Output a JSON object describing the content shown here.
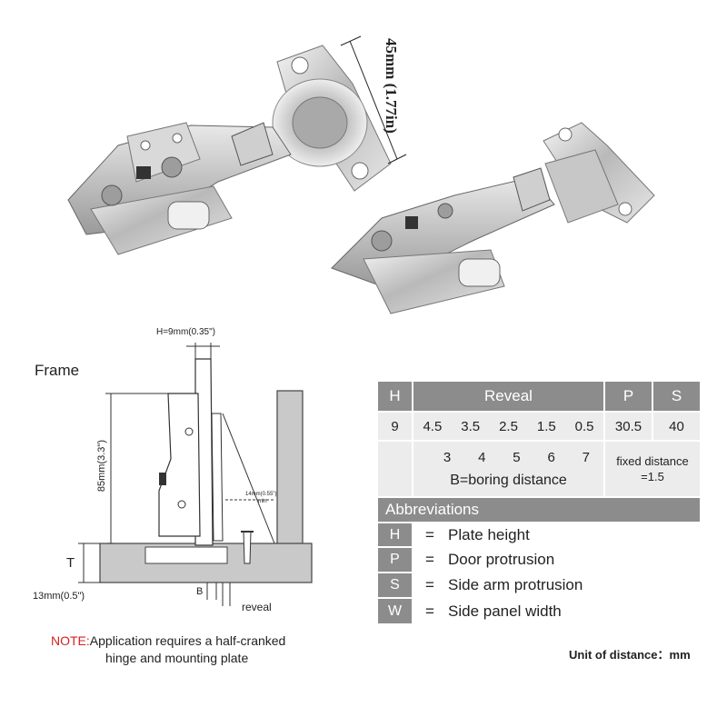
{
  "photo": {
    "dimension_label": "45mm (1.77in)"
  },
  "drawing": {
    "frame_label": "Frame",
    "h_label": "H=9mm(0.35\")",
    "height_label": "85mm(3.3\")",
    "t_label": "T",
    "door_label": "13mm(0.5\")",
    "b_label": "B",
    "reveal_label": "reveal",
    "min_label_1": "14mm(0.55\")",
    "min_label_2": "min"
  },
  "note": {
    "prefix": "NOTE:",
    "line1": "Application requires a half-cranked",
    "line2": "hinge and mounting plate"
  },
  "table": {
    "header": {
      "h": "H",
      "reveal": "Reveal",
      "p": "P",
      "s": "S"
    },
    "row1": {
      "h": "9",
      "reveal": [
        "4.5",
        "3.5",
        "2.5",
        "1.5",
        "0.5"
      ],
      "p": "30.5",
      "s": "40"
    },
    "row2": {
      "b": [
        "3",
        "4",
        "5",
        "6",
        "7"
      ],
      "b_caption": "B=boring distance",
      "fixed_1": "fixed distance",
      "fixed_2": "=1.5"
    },
    "abbreviations_title": "Abbreviations",
    "abbreviations": [
      {
        "letter": "H",
        "eq": "=",
        "meaning": "Plate height"
      },
      {
        "letter": "P",
        "eq": "=",
        "meaning": "Door protrusion"
      },
      {
        "letter": "S",
        "eq": "=",
        "meaning": "Side arm protrusion"
      },
      {
        "letter": "W",
        "eq": "=",
        "meaning": "Side panel width"
      }
    ]
  },
  "unit_label": "Unit of distance：mm"
}
